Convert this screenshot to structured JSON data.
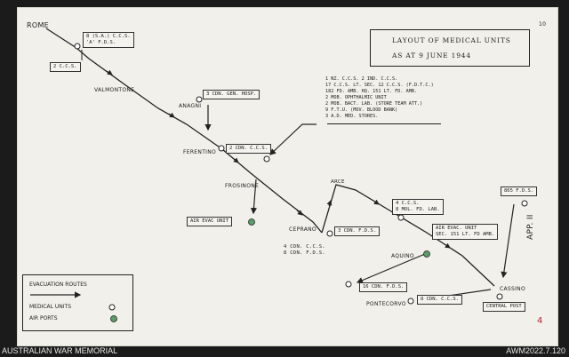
{
  "title": {
    "line1": "LAYOUT OF MEDICAL UNITS",
    "line2": "AS AT 9 JUNE 1944"
  },
  "corner_note": "10",
  "places": {
    "rome": "ROME",
    "valmontone": "VALMONTONE",
    "anagni": "ANAGNI",
    "ferentino": "FERENTINO",
    "frosinone": "FROSINONE",
    "ceprano": "CEPRANO",
    "arce": "ARCE",
    "aquino": "AQUINO",
    "pontecorvo": "PONTECORVO",
    "cassino": "CASSINO"
  },
  "boxes": {
    "rome_fds": [
      "8 (S.A.) C.C.S.",
      "'A' F.D.S."
    ],
    "rome_ccs": "2 C.C.S.",
    "anagni_hosp": "3 CDN. GEN. HOSP.",
    "ferentino_ccs": "2 CDN. C.C.S.",
    "air_evac_1": "AIR EVAC UNIT",
    "ceprano_fds": "3 CDN. F.D.S.",
    "arce_ccs": [
      "4 C.C.S.",
      "8 MOL. FD. LAB."
    ],
    "air_evac_2": [
      "AIR EVAC. UNIT",
      "SEC. 151 LT. FD AMB."
    ],
    "fds_865": "865 F.D.S.",
    "fds_16": "16 CDN. F.D.S.",
    "ccs_8": "8 CDN. C.C.S.",
    "central_post": "CENTRAL POST"
  },
  "ceprano_units": [
    "4 CDN. C.C.S.",
    "8 CDN. F.D.S."
  ],
  "notes": [
    "1 NZ. C.C.S.   2 IND. C.C.S.",
    "17 C.C.S.   LT. SEC. 12 C.C.S. (F.D.T.C.)",
    "182 FD. AMB. HQ. 151 LT. FD. AMB.",
    "2 MOB. OPHTHALMIC UNIT",
    "2 MOB. BACT. LAB.  (STORE TEAM ATT.)",
    "9 F.T.U. (MOV. BLOOD BANK)",
    "3 A.D. MED. STORES."
  ],
  "app_label": "APP. II",
  "page_mark": "4",
  "legend": {
    "routes": "EVACUATION ROUTES",
    "units": "MEDICAL UNITS",
    "airports": "AIR PORTS"
  },
  "footer": {
    "left": "AUSTRALIAN WAR MEMORIAL",
    "right": "AWM2022.7.120"
  },
  "colors": {
    "sheet": "#f1f0ea",
    "ink": "#222222",
    "airport_green": "#5c9c6a",
    "background": "#1b1b1b"
  }
}
